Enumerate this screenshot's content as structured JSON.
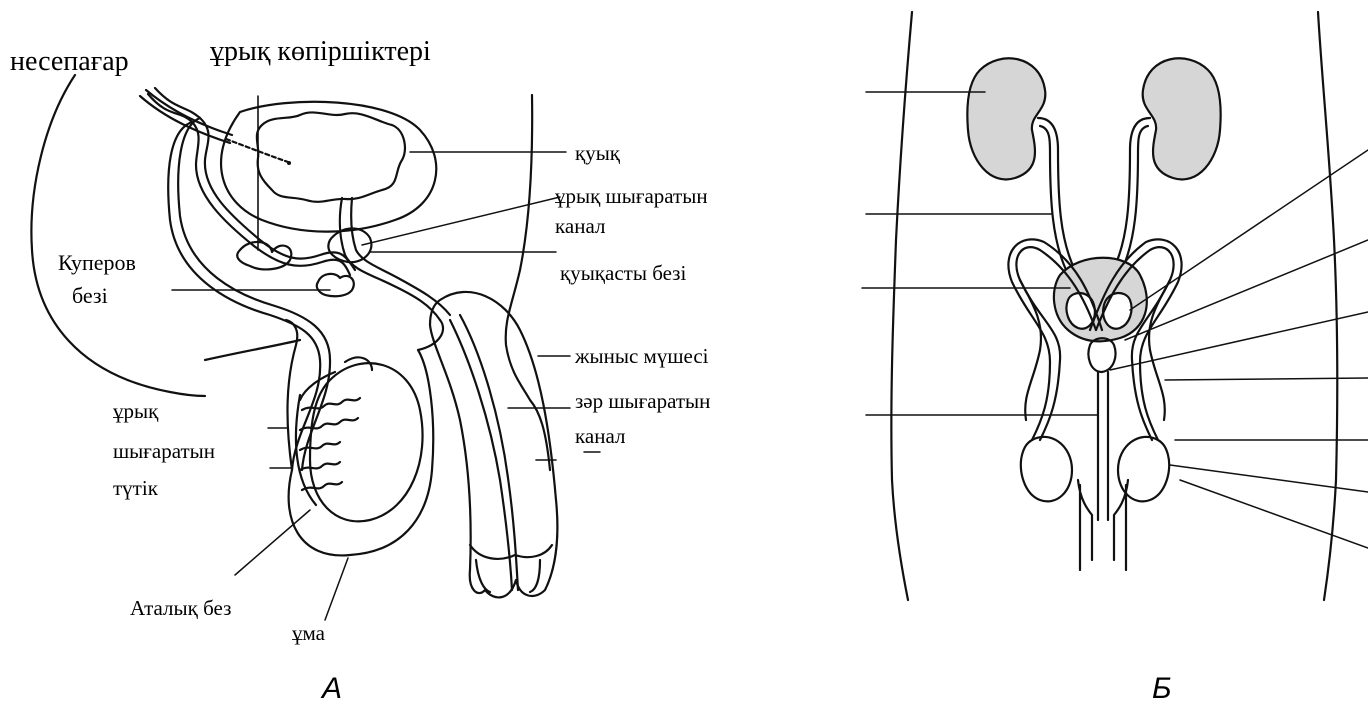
{
  "panels": {
    "left_letter": "А",
    "right_letter": "Б"
  },
  "labels": {
    "nesepagar": "несепағар",
    "uryk_kopirshikteri": "ұрық көпіршіктері",
    "kuyk": "қуық",
    "uryk_shygaratyn_kanal_1": "ұрық шығаратын",
    "uryk_shygaratyn_kanal_2": "канал",
    "kuykasty_bezi": "қуықасты безі",
    "kuperov_1": "Куперов",
    "kuperov_2": "безі",
    "zhynys_mushesi": "жыныс мүшесі",
    "zar_shygaratyn_1": "зәр шығаратын",
    "zar_shygaratyn_2": "канал",
    "uryk_tutik_1": "ұрық",
    "uryk_tutik_2": "шығаратын",
    "uryk_tutik_3": "түтік",
    "atalyk_bez": "Аталық без",
    "uma": "ұма"
  },
  "colors": {
    "line": "#111111",
    "organ_fill": "#d6d6d6"
  }
}
